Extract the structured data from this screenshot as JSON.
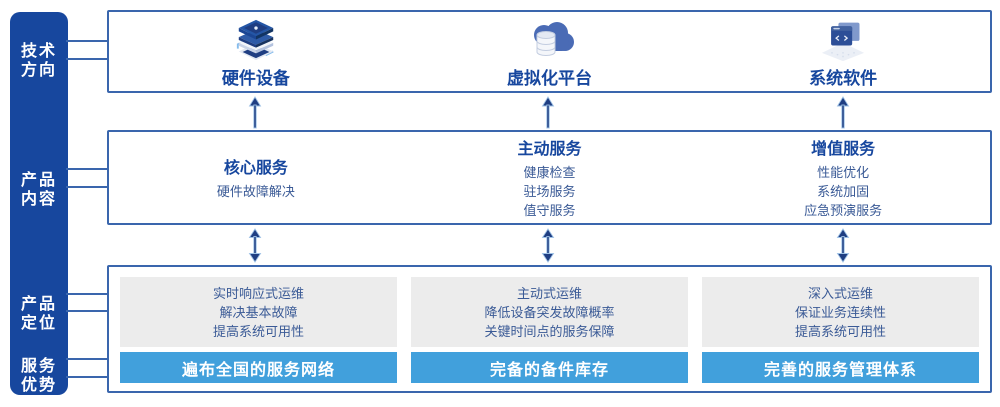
{
  "colors": {
    "sidebar_bg": "#17479E",
    "box_border": "#3A66AD",
    "title_text": "#17479E",
    "body_text": "#3A5A96",
    "gray_panel": "#ECECEC",
    "bar_bg": "#41A0DC",
    "bar_text": "#FFFFFF",
    "arrow": "#1F3E82",
    "arrow_outline": "#9FC2E6"
  },
  "sidebar": {
    "items": [
      {
        "line1": "技术",
        "line2": "方向"
      },
      {
        "line1": "产品",
        "line2": "内容"
      },
      {
        "line1": "产品",
        "line2": "定位"
      },
      {
        "line1": "服务",
        "line2": "优势"
      }
    ]
  },
  "tech_row": {
    "items": [
      {
        "label": "硬件设备",
        "icon": "server-stack-icon"
      },
      {
        "label": "虚拟化平台",
        "icon": "cloud-database-icon"
      },
      {
        "label": "系统软件",
        "icon": "code-window-icon"
      }
    ]
  },
  "content_row": {
    "columns": [
      {
        "title": "核心服务",
        "items": [
          "硬件故障解决"
        ]
      },
      {
        "title": "主动服务",
        "items": [
          "健康检查",
          "驻场服务",
          "值守服务"
        ]
      },
      {
        "title": "增值服务",
        "items": [
          "性能优化",
          "系统加固",
          "应急预演服务"
        ]
      }
    ]
  },
  "position_row": {
    "columns": [
      {
        "lines": [
          "实时响应式运维",
          "解决基本故障",
          "提高系统可用性"
        ],
        "bar": "遍布全国的服务网络"
      },
      {
        "lines": [
          "主动式运维",
          "降低设备突发故障概率",
          "关键时间点的服务保障"
        ],
        "bar": "完备的备件库存"
      },
      {
        "lines": [
          "深入式运维",
          "保证业务连续性",
          "提高系统可用性"
        ],
        "bar": "完善的服务管理体系"
      }
    ]
  }
}
